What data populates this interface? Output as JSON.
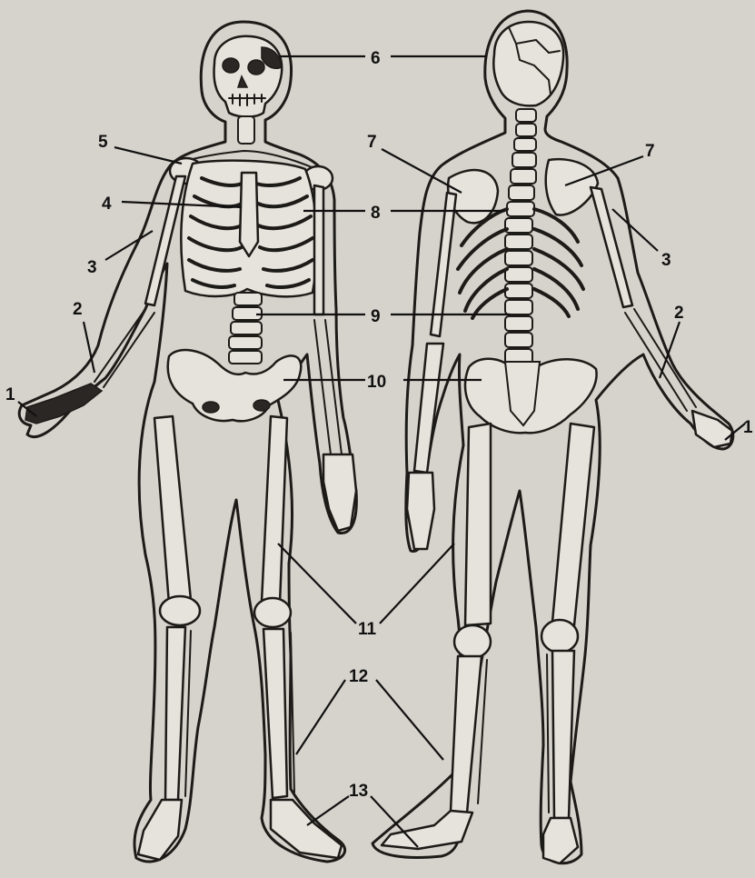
{
  "labels": {
    "l1": "1",
    "l2": "2",
    "l3": "3",
    "l4": "4",
    "l5": "5",
    "l6": "6",
    "l7": "7",
    "l8": "8",
    "l9": "9",
    "l10": "10",
    "l11": "11",
    "l12": "12",
    "l13": "13"
  },
  "colors": {
    "paper": "#d6d3cc",
    "ink": "#1d1b18",
    "bone": "#e6e3dc"
  }
}
